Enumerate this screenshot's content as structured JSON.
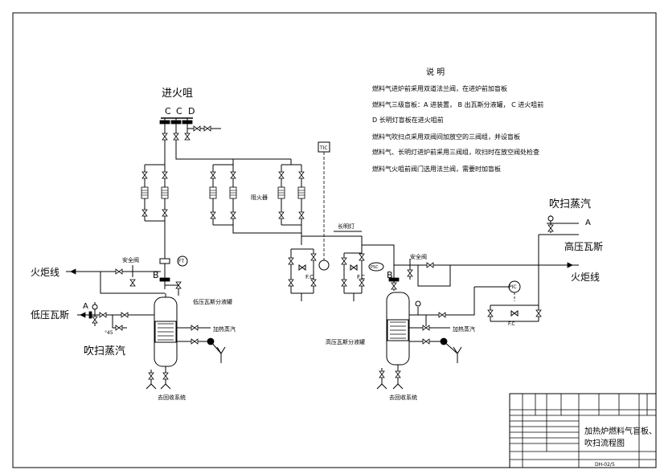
{
  "labels": {
    "fire_group": "进火咀",
    "blind_c1": "C",
    "blind_c2": "C",
    "blind_d": "D",
    "flame_arrester": "阻火器",
    "pilot_light": "长明灯",
    "flare_line_left": "火炬线",
    "flare_line_right": "火炬线",
    "safety_valve_left": "安全阀",
    "safety_valve_right": "安全阀",
    "low_pressure_gas": "低压瓦斯",
    "high_pressure_gas": "高压瓦斯",
    "purge_steam_left": "吹扫蒸汽",
    "purge_steam_right": "吹扫蒸汽",
    "heating_steam_left": "加热蒸汽",
    "heating_steam_right": "加热蒸汽",
    "lp_separator": "低压瓦斯分液罐",
    "hp_separator": "高压瓦斯分液罐",
    "recovery_left": "去回收系统",
    "recovery_right": "去回收系统",
    "blind_a_left": "A",
    "blind_b_left": "B",
    "blind_a_right": "A",
    "blind_b_right": "B",
    "fc_left": "F.C",
    "fc_mid": "F.C",
    "fc_right": "F.C",
    "tic": "TIC",
    "ft": "FT",
    "pic": "PIC",
    "psc": "PSC"
  },
  "notes": {
    "title": "说      明",
    "line1": "燃料气进炉前采用双道法兰阀，在进炉前加盲板",
    "line2": "燃料气三级盲板：A  进装置， B  出瓦斯分液罐，  C  进火咀前",
    "line3": "D  长明灯盲板在进火咀前",
    "line4": "燃料气吹扫点采用双阀间加放空的三阀组，并设盲板",
    "line5": "燃料气、长明灯进炉前采用三阀组，吹扫时在放空阀处检查",
    "line6": "燃料气火咀前阀门选用法兰阀，需要时加盲板"
  },
  "title_block": {
    "drawing_title_1": "加热炉燃料气盲板、",
    "drawing_title_2": "吹扫流程图",
    "drawing_no": "DH-02/5"
  }
}
